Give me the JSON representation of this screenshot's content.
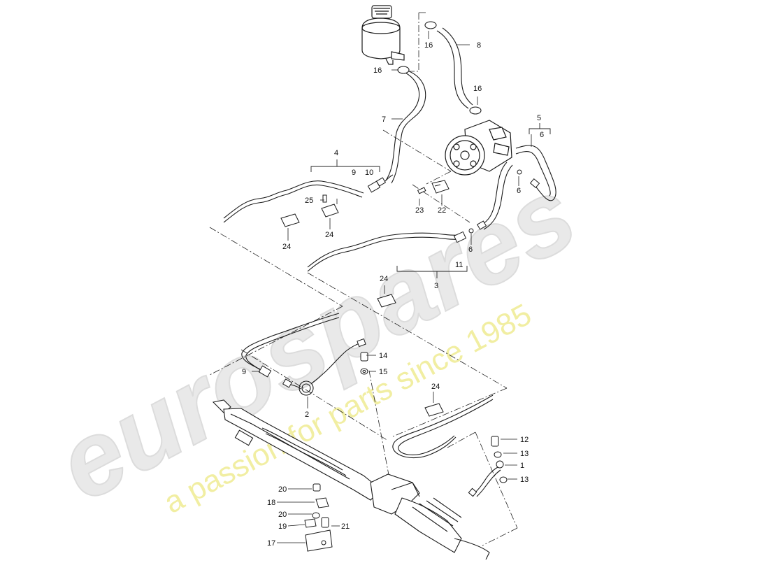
{
  "watermark": {
    "brand": "eurospares",
    "tagline": "a passion for parts since 1985",
    "brand_color": "#e6e6e6",
    "tagline_color": "#f1ee9e"
  },
  "line_color": "#1a1a1a",
  "callouts": {
    "c1": "1",
    "c2": "2",
    "c3": "3",
    "c4": "4",
    "c5": "5",
    "c6a": "6",
    "c6b": "6",
    "c6c": "6",
    "c7": "7",
    "c8": "8",
    "c9a": "9",
    "c9b": "9",
    "c10": "10",
    "c11": "11",
    "c12": "12",
    "c13a": "13",
    "c13b": "13",
    "c14": "14",
    "c15": "15",
    "c16a": "16",
    "c16b": "16",
    "c16c": "16",
    "c17": "17",
    "c18": "18",
    "c19": "19",
    "c20a": "20",
    "c20b": "20",
    "c21": "21",
    "c22": "22",
    "c23": "23",
    "c24a": "24",
    "c24b": "24",
    "c24c": "24",
    "c24d": "24",
    "c25": "25"
  },
  "icons": [
    "reservoir-icon",
    "pump-icon",
    "steering-rack-icon",
    "clamp-icon",
    "bracket-icon",
    "bolt-icon",
    "seal-icon"
  ]
}
